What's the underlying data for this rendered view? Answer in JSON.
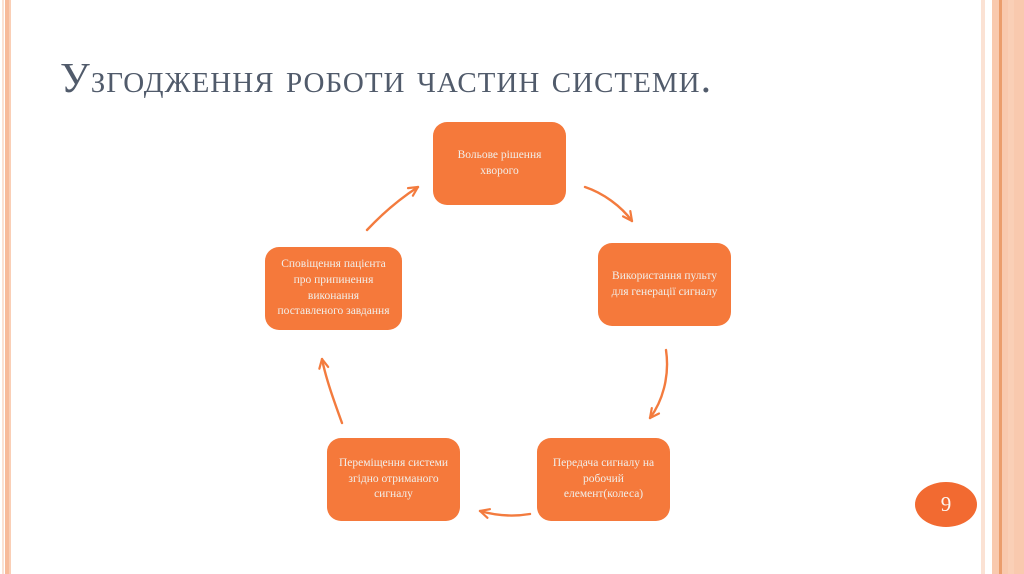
{
  "slide": {
    "title": "Узгодження роботи частин системи.",
    "page_number": "9"
  },
  "diagram": {
    "type": "circular-process",
    "direction": "clockwise",
    "nodes": [
      {
        "id": "top",
        "label": "Вольове рішення хворого"
      },
      {
        "id": "right",
        "label": "Використання пульту для генерації сигналу"
      },
      {
        "id": "bottom-right",
        "label": "Передача сигналу на робочий елемент(колеса)"
      },
      {
        "id": "bottom-left",
        "label": "Переміщення системи згідно отриманого сигналу"
      },
      {
        "id": "left",
        "label": "Сповіщення пацієнта про припинення виконання поставленого завдання"
      }
    ],
    "edges": [
      {
        "from": "top",
        "to": "right"
      },
      {
        "from": "right",
        "to": "bottom-right"
      },
      {
        "from": "bottom-right",
        "to": "bottom-left"
      },
      {
        "from": "bottom-left",
        "to": "left"
      },
      {
        "from": "left",
        "to": "top"
      }
    ]
  },
  "colors": {
    "node_fill": "#F5793B",
    "node_text": "#F1EEE9",
    "arrow": "#F37B3E",
    "title": "#515B6B",
    "badge_fill": "#F26A31",
    "badge_text": "#FCF7F1",
    "stripe_light": "#FBE2D4",
    "stripe_salmon": "#F7BB9B",
    "stripe_salmon_pale": "#FACFB6",
    "band_fill": "#F9C9AE",
    "band_dark": "#EB9D6C"
  }
}
